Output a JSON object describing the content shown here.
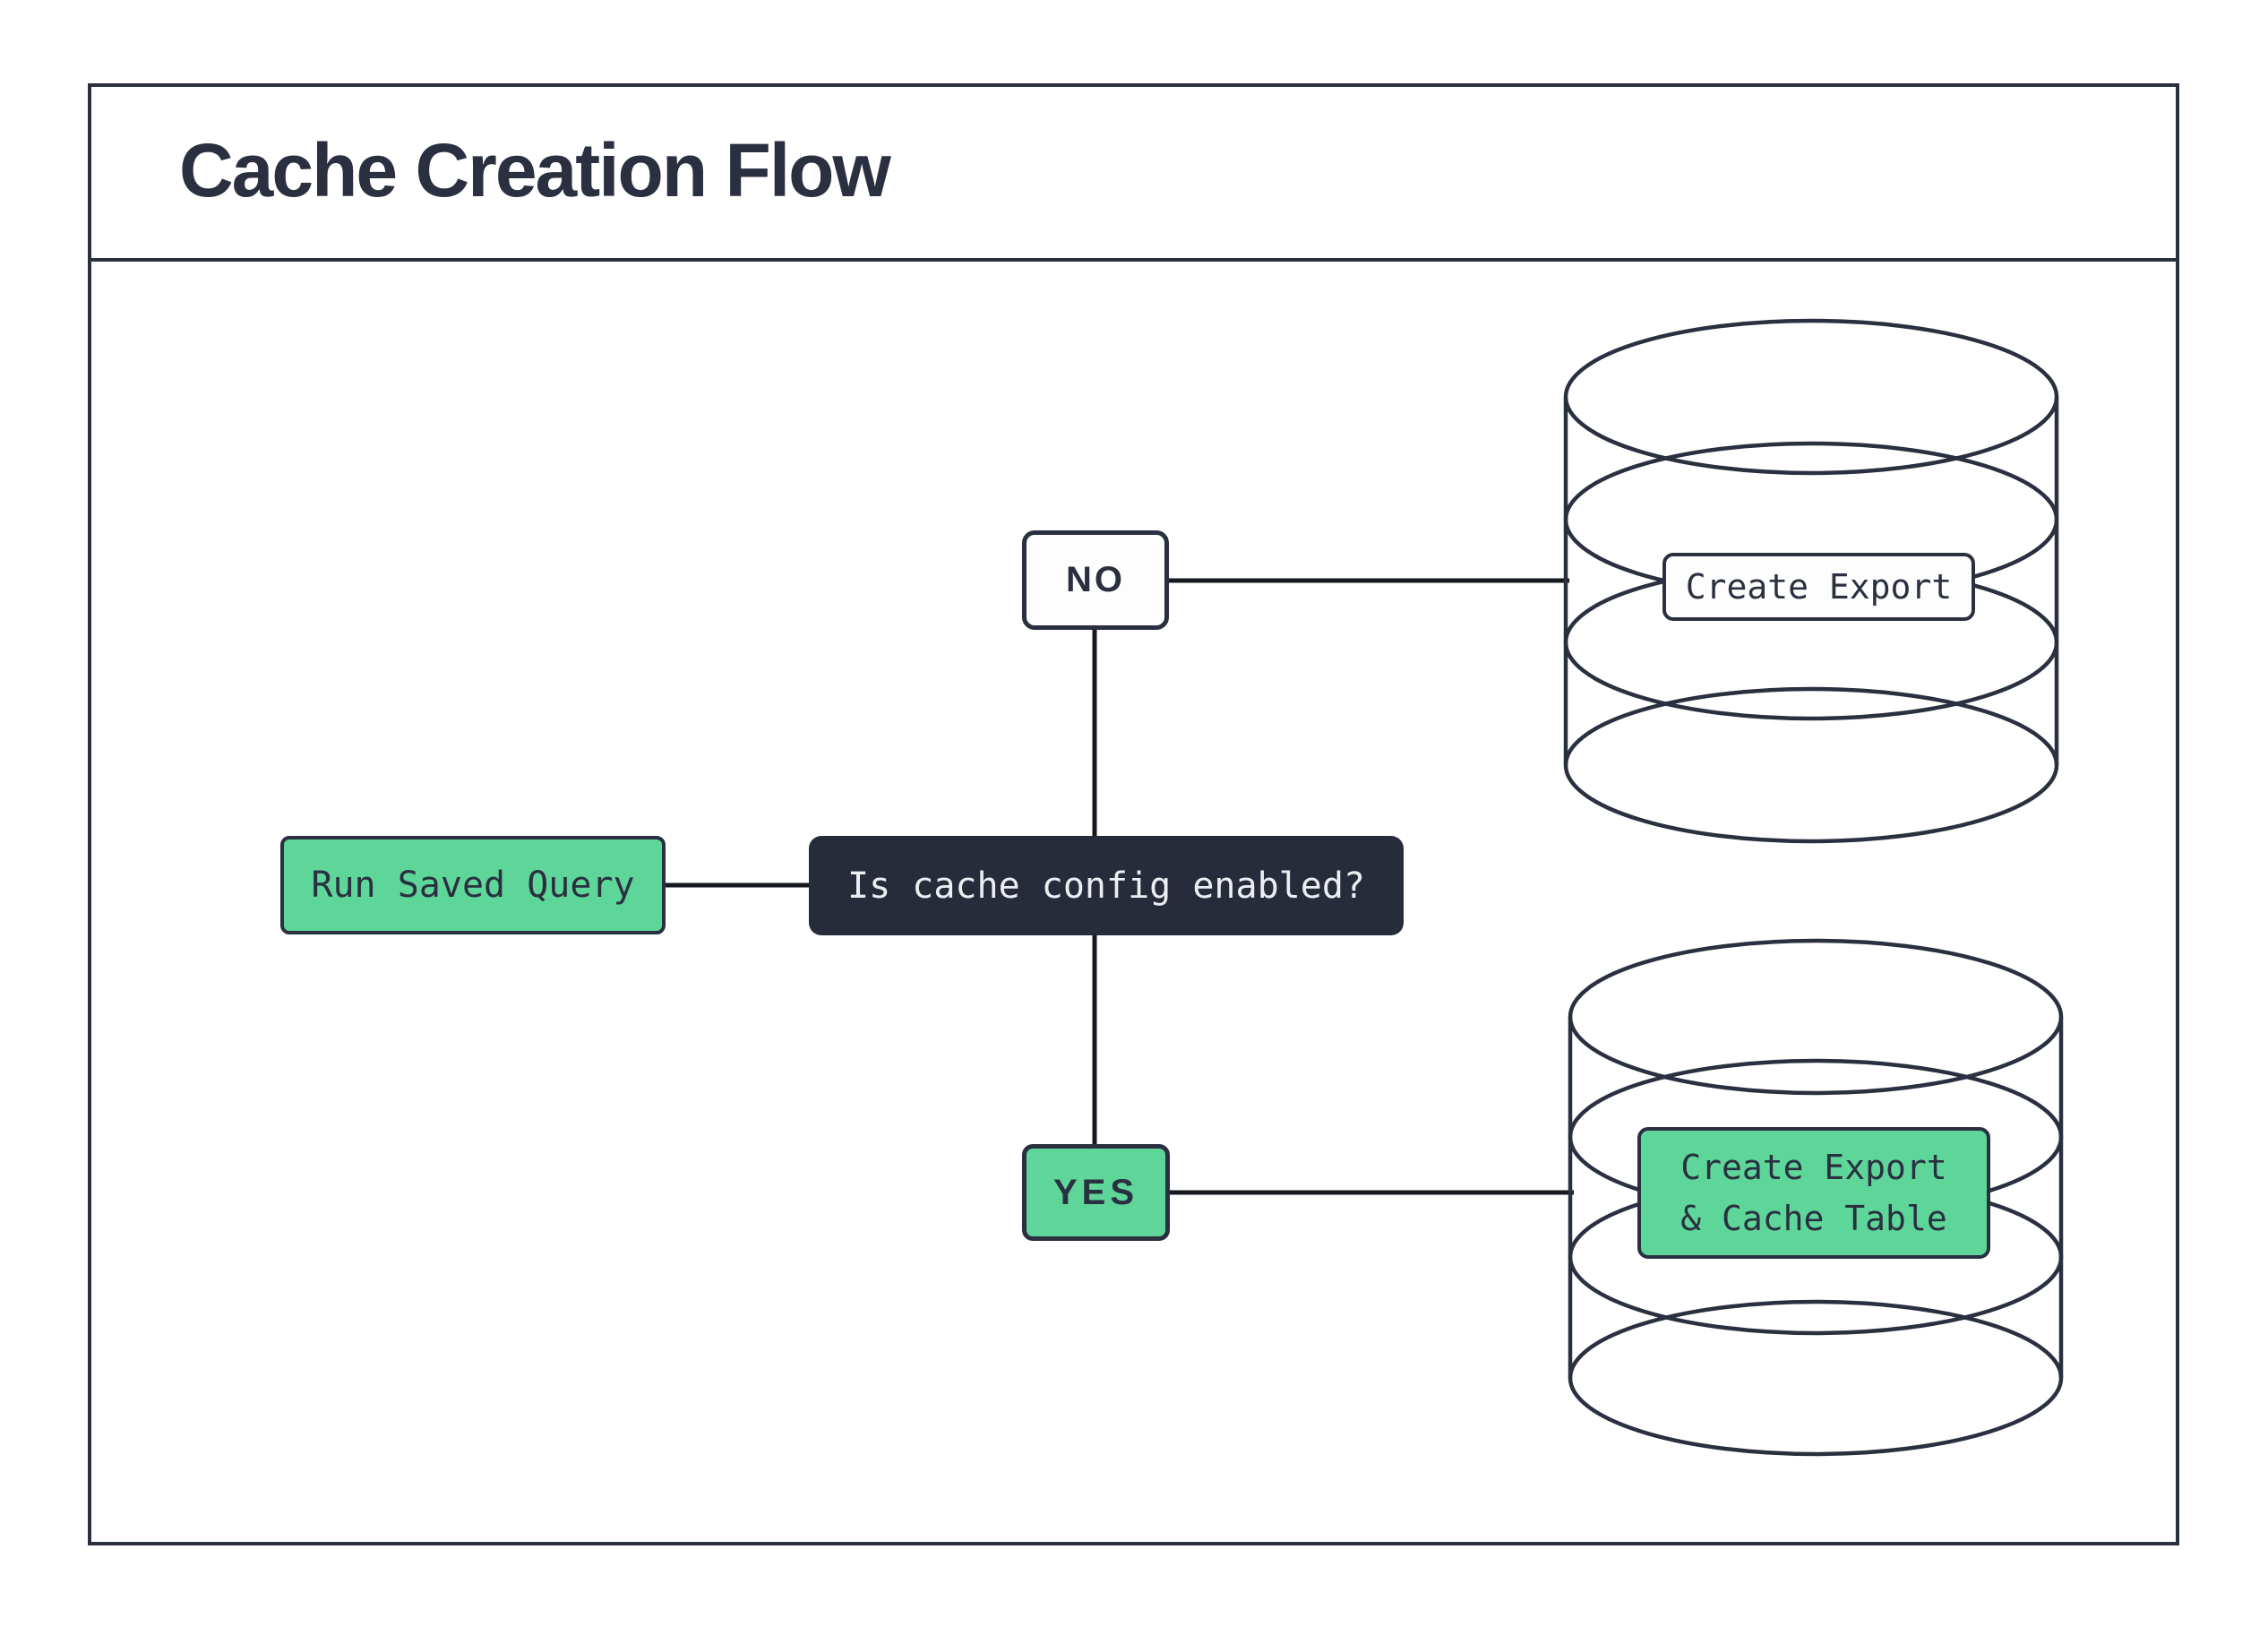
{
  "header": {
    "title": "Cache Creation Flow"
  },
  "flow": {
    "start": {
      "label": "Run Saved Query"
    },
    "decision": {
      "label": "Is cache config enabled?"
    },
    "branch_no": {
      "label": "NO"
    },
    "branch_yes": {
      "label": "YES"
    },
    "no_result": {
      "label": "Create Export"
    },
    "yes_result": {
      "label_line1": "Create Export",
      "label_line2": "& Cache Table"
    }
  },
  "icons": {
    "no_branch_target": "database-icon",
    "yes_branch_target": "database-icon"
  },
  "colors": {
    "navy": "#2a3040",
    "line": "#15181f",
    "accent-green": "#5ed699",
    "decision-bg": "#272c3b",
    "decision-text": "#eceef2",
    "node-bg": "#fdfdfd",
    "page-bg": "#ffffff"
  }
}
